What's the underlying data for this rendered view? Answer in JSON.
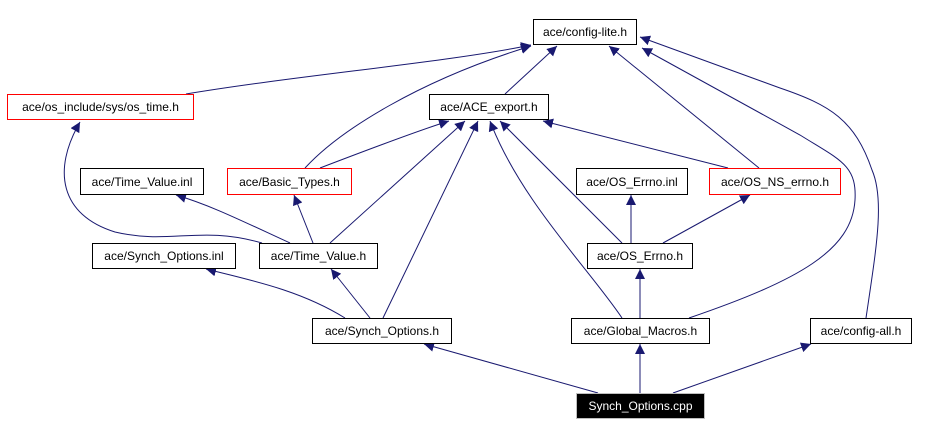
{
  "graph": {
    "edge_color": "#191970",
    "nodes": [
      {
        "id": "config_lite",
        "label": "ace/config-lite.h",
        "style": "normal"
      },
      {
        "id": "os_time",
        "label": "ace/os_include/sys/os_time.h",
        "style": "red"
      },
      {
        "id": "ace_export",
        "label": "ace/ACE_export.h",
        "style": "normal"
      },
      {
        "id": "time_value_inl",
        "label": "ace/Time_Value.inl",
        "style": "normal"
      },
      {
        "id": "basic_types",
        "label": "ace/Basic_Types.h",
        "style": "red"
      },
      {
        "id": "os_errno_inl",
        "label": "ace/OS_Errno.inl",
        "style": "normal"
      },
      {
        "id": "os_ns_errno",
        "label": "ace/OS_NS_errno.h",
        "style": "red"
      },
      {
        "id": "synch_options_inl",
        "label": "ace/Synch_Options.inl",
        "style": "normal"
      },
      {
        "id": "time_value_h",
        "label": "ace/Time_Value.h",
        "style": "normal"
      },
      {
        "id": "os_errno_h",
        "label": "ace/OS_Errno.h",
        "style": "normal"
      },
      {
        "id": "synch_options_h",
        "label": "ace/Synch_Options.h",
        "style": "normal"
      },
      {
        "id": "global_macros",
        "label": "ace/Global_Macros.h",
        "style": "normal"
      },
      {
        "id": "config_all",
        "label": "ace/config-all.h",
        "style": "normal"
      },
      {
        "id": "synch_options_cpp",
        "label": "Synch_Options.cpp",
        "style": "root"
      }
    ],
    "edges": [
      [
        "os_time",
        "config_lite"
      ],
      [
        "basic_types",
        "config_lite"
      ],
      [
        "ace_export",
        "config_lite"
      ],
      [
        "os_ns_errno",
        "config_lite"
      ],
      [
        "global_macros",
        "config_lite"
      ],
      [
        "config_all",
        "config_lite"
      ],
      [
        "basic_types",
        "ace_export"
      ],
      [
        "time_value_h",
        "ace_export"
      ],
      [
        "synch_options_h",
        "ace_export"
      ],
      [
        "global_macros",
        "ace_export"
      ],
      [
        "os_errno_h",
        "ace_export"
      ],
      [
        "os_ns_errno",
        "ace_export"
      ],
      [
        "time_value_h",
        "os_time"
      ],
      [
        "time_value_h",
        "time_value_inl"
      ],
      [
        "time_value_h",
        "basic_types"
      ],
      [
        "os_errno_h",
        "os_errno_inl"
      ],
      [
        "os_errno_h",
        "os_ns_errno"
      ],
      [
        "synch_options_h",
        "synch_options_inl"
      ],
      [
        "synch_options_h",
        "time_value_h"
      ],
      [
        "global_macros",
        "os_errno_h"
      ],
      [
        "synch_options_cpp",
        "synch_options_h"
      ],
      [
        "synch_options_cpp",
        "global_macros"
      ],
      [
        "synch_options_cpp",
        "config_all"
      ]
    ]
  }
}
